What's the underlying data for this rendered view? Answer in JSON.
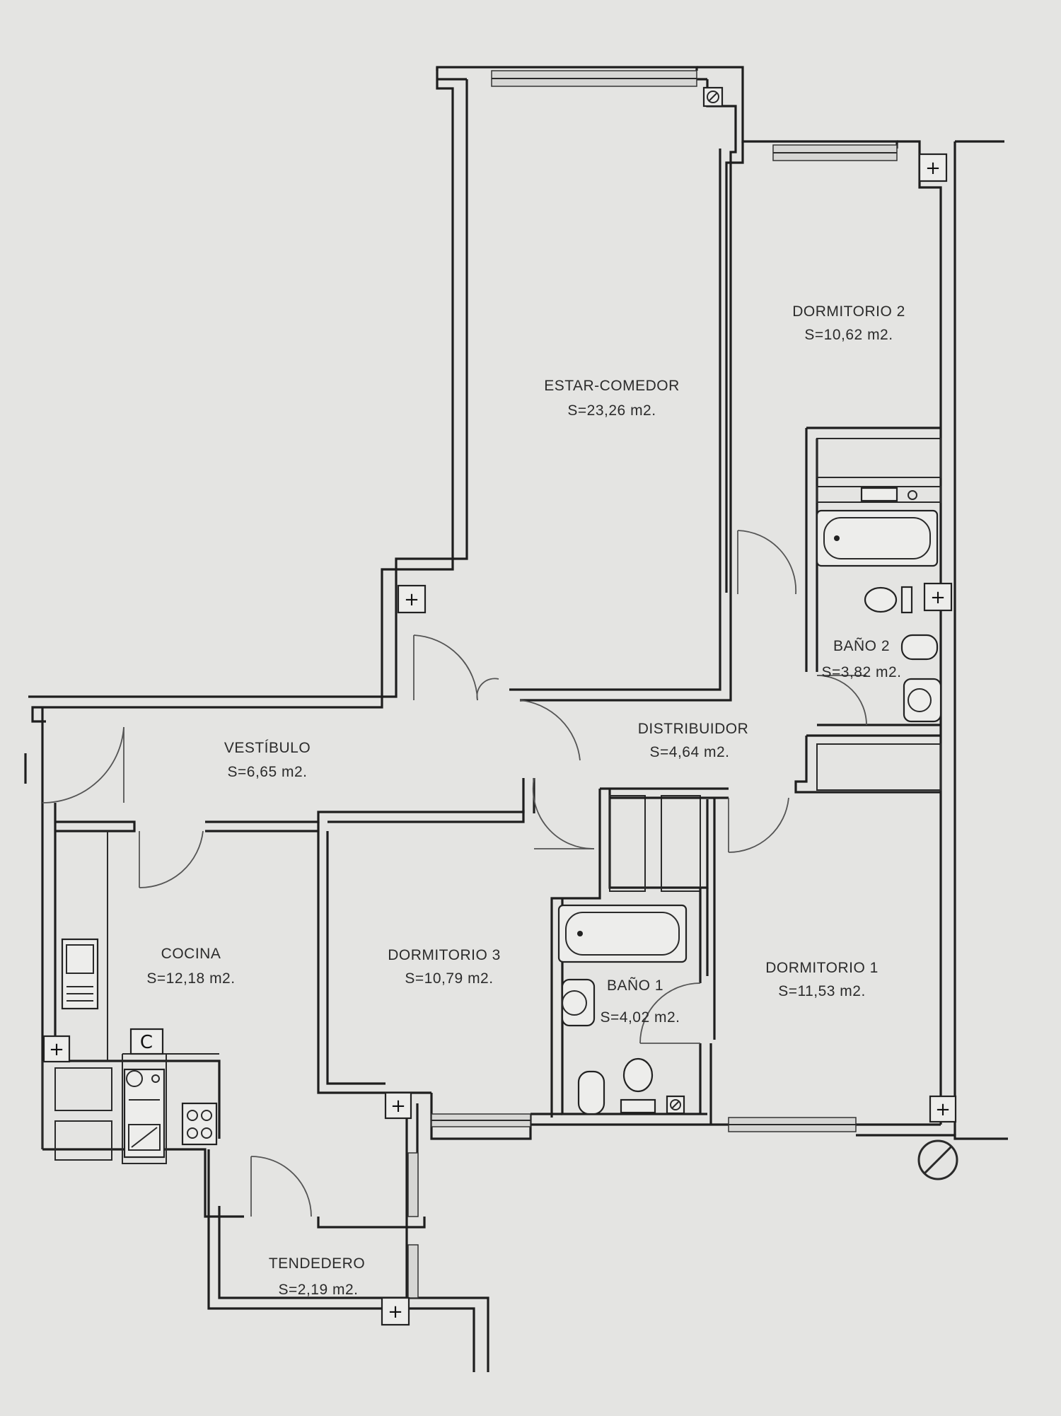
{
  "rooms": [
    {
      "id": "estar-comedor",
      "name": "ESTAR-COMEDOR",
      "area": "S=23,26 m2."
    },
    {
      "id": "dormitorio-2",
      "name": "DORMITORIO 2",
      "area": "S=10,62 m2."
    },
    {
      "id": "bano-2",
      "name": "BAÑO 2",
      "area": "S=3,82 m2."
    },
    {
      "id": "distribuidor",
      "name": "DISTRIBUIDOR",
      "area": "S=4,64 m2."
    },
    {
      "id": "vestibulo",
      "name": "VESTÍBULO",
      "area": "S=6,65 m2."
    },
    {
      "id": "cocina",
      "name": "COCINA",
      "area": "S=12,18 m2."
    },
    {
      "id": "dormitorio-3",
      "name": "DORMITORIO 3",
      "area": "S=10,79 m2."
    },
    {
      "id": "bano-1",
      "name": "BAÑO 1",
      "area": "S=4,02 m2."
    },
    {
      "id": "dormitorio-1",
      "name": "DORMITORIO 1",
      "area": "S=11,53 m2."
    },
    {
      "id": "tendedero",
      "name": "TENDEDERO",
      "area": "S=2,19 m2."
    }
  ],
  "symbols": {
    "duct": "+",
    "boiler": "C"
  }
}
